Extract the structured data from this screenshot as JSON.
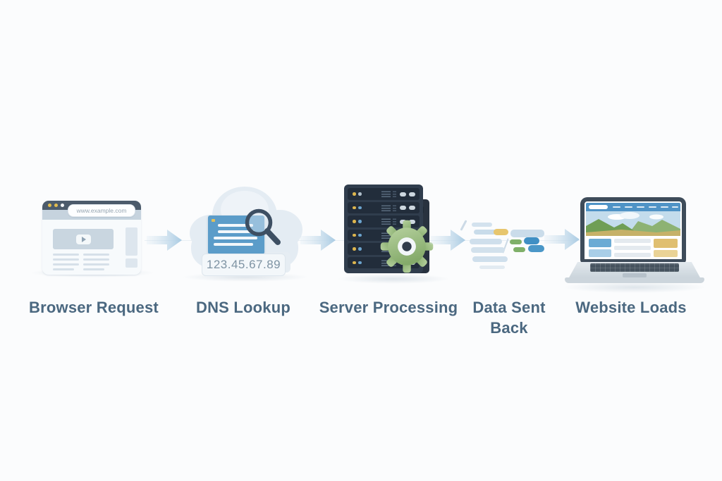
{
  "diagram": {
    "description": "Website loading flow diagram",
    "label_color": "#4b6880",
    "arrow_color": "#aecfe6"
  },
  "steps": [
    {
      "id": "browser-request",
      "label": "Browser Request",
      "url_text": "www.example.com"
    },
    {
      "id": "dns-lookup",
      "label": "DNS Lookup",
      "ip_text": "123.45.67.89"
    },
    {
      "id": "server-processing",
      "label": "Server Processing"
    },
    {
      "id": "data-sent-back",
      "label": "Data Sent Back"
    },
    {
      "id": "website-loads",
      "label": "Website Loads"
    }
  ]
}
